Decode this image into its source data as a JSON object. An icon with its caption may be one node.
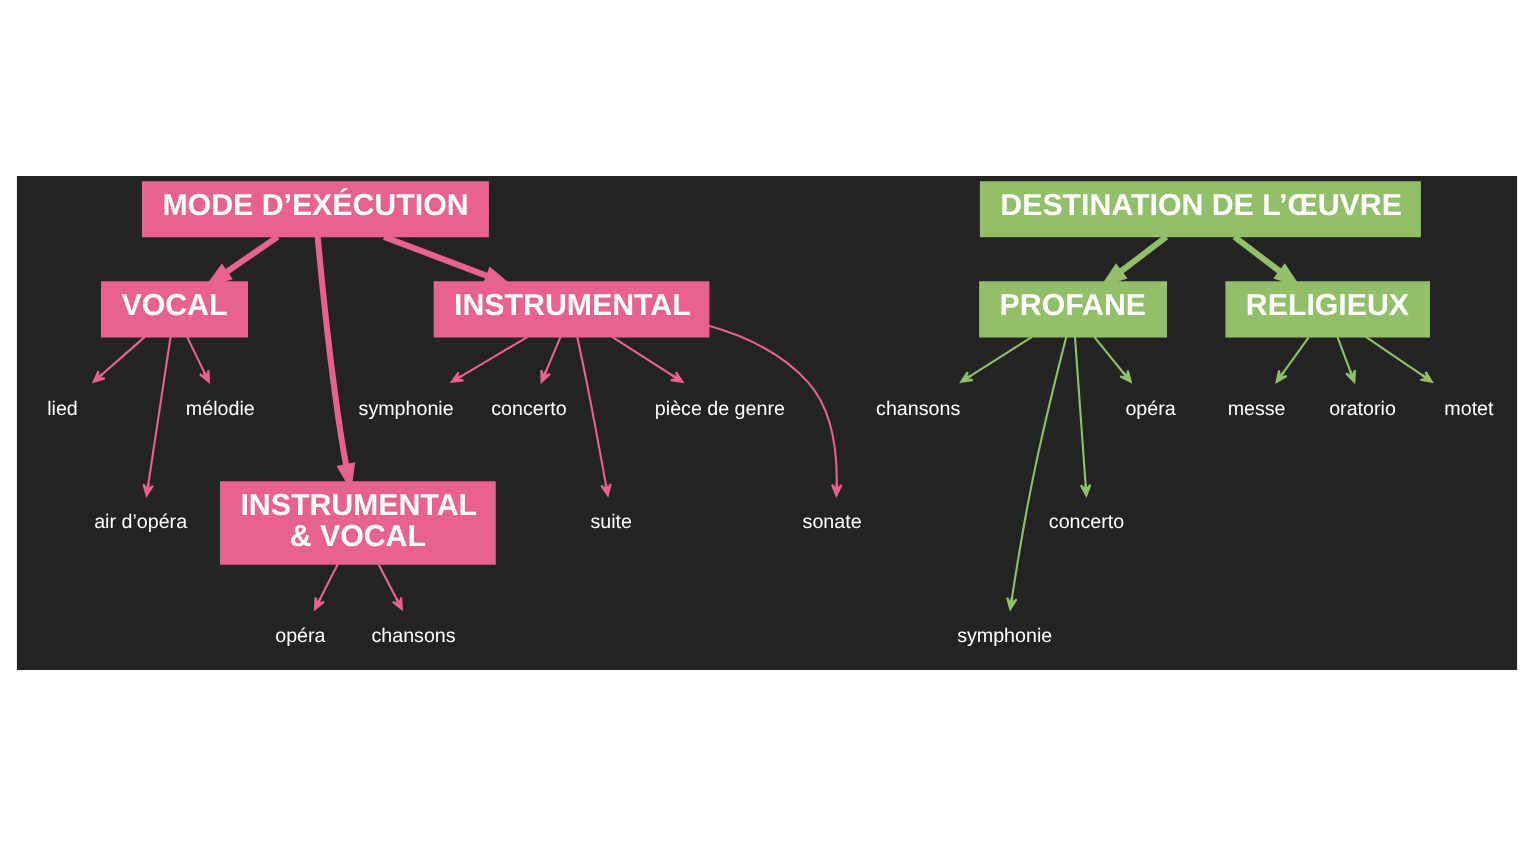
{
  "diagram": {
    "nodes": [
      {
        "text": [
          "MODE D’EXÉCUTION"
        ]
      },
      {
        "text": [
          "VOCAL"
        ]
      },
      {
        "text": [
          "INSTRUMENTAL"
        ]
      },
      {
        "text": [
          "INSTRUMENTAL & VOCAL"
        ]
      },
      {
        "text": [
          "lied"
        ]
      },
      {
        "text": [
          "air d’opéra"
        ]
      },
      {
        "text": [
          "mélodie"
        ]
      },
      {
        "text": [
          "symphonie"
        ]
      },
      {
        "text": [
          "concerto"
        ]
      },
      {
        "text": [
          "suite"
        ]
      },
      {
        "text": [
          "pièce de genre"
        ]
      },
      {
        "text": [
          "sonate"
        ]
      },
      {
        "text": [
          "opéra"
        ]
      },
      {
        "text": [
          "chansons"
        ]
      },
      {
        "text": [
          "DESTINATION DE L’ŒUVRE"
        ]
      },
      {
        "text": [
          "PROFANE"
        ]
      },
      {
        "text": [
          "RELIGIEUX"
        ]
      },
      {
        "text": [
          "chansons"
        ]
      },
      {
        "text": [
          "symphonie"
        ]
      },
      {
        "text": [
          "concerto"
        ]
      },
      {
        "text": [
          "opéra"
        ]
      },
      {
        "text": [
          "messe"
        ]
      },
      {
        "text": [
          "oratorio"
        ]
      },
      {
        "text": [
          "motet"
        ]
      }
    ],
    "edges": [
      {
        "from": 0,
        "to": 1,
        "arrow": "to",
        "style": "thick"
      },
      {
        "from": 0,
        "to": 3,
        "arrow": "to",
        "style": "thick"
      },
      {
        "from": 0,
        "to": 2,
        "arrow": "to",
        "style": "thick"
      },
      {
        "from": 1,
        "to": 4,
        "arrow": "to"
      },
      {
        "from": 1,
        "to": 5,
        "arrow": "to"
      },
      {
        "from": 1,
        "to": 6,
        "arrow": "to"
      },
      {
        "from": 2,
        "to": 7,
        "arrow": "to"
      },
      {
        "from": 2,
        "to": 8,
        "arrow": "to"
      },
      {
        "from": 2,
        "to": 9,
        "arrow": "to"
      },
      {
        "from": 2,
        "to": 10,
        "arrow": "to"
      },
      {
        "from": 2,
        "to": 11,
        "arrow": "to"
      },
      {
        "from": 3,
        "to": 12,
        "arrow": "to"
      },
      {
        "from": 3,
        "to": 13,
        "arrow": "to"
      },
      {
        "from": 14,
        "to": 15,
        "arrow": "to",
        "style": "thick",
        "color": "#93bf6a"
      },
      {
        "from": 14,
        "to": 16,
        "arrow": "to",
        "style": "thick",
        "color": "#93bf6a"
      },
      {
        "from": 15,
        "to": 17,
        "arrow": "to",
        "color": "#93bf6a"
      },
      {
        "from": 15,
        "to": 18,
        "arrow": "to",
        "color": "#93bf6a"
      },
      {
        "from": 15,
        "to": 19,
        "arrow": "to",
        "color": "#93bf6a"
      },
      {
        "from": 15,
        "to": 20,
        "arrow": "to",
        "color": "#93bf6a"
      },
      {
        "from": 16,
        "to": 21,
        "arrow": "to",
        "color": "#93bf6a"
      },
      {
        "from": 16,
        "to": 22,
        "arrow": "to",
        "color": "#93bf6a"
      },
      {
        "from": 16,
        "to": 23,
        "arrow": "to",
        "color": "#93bf6a"
      }
    ]
  }
}
